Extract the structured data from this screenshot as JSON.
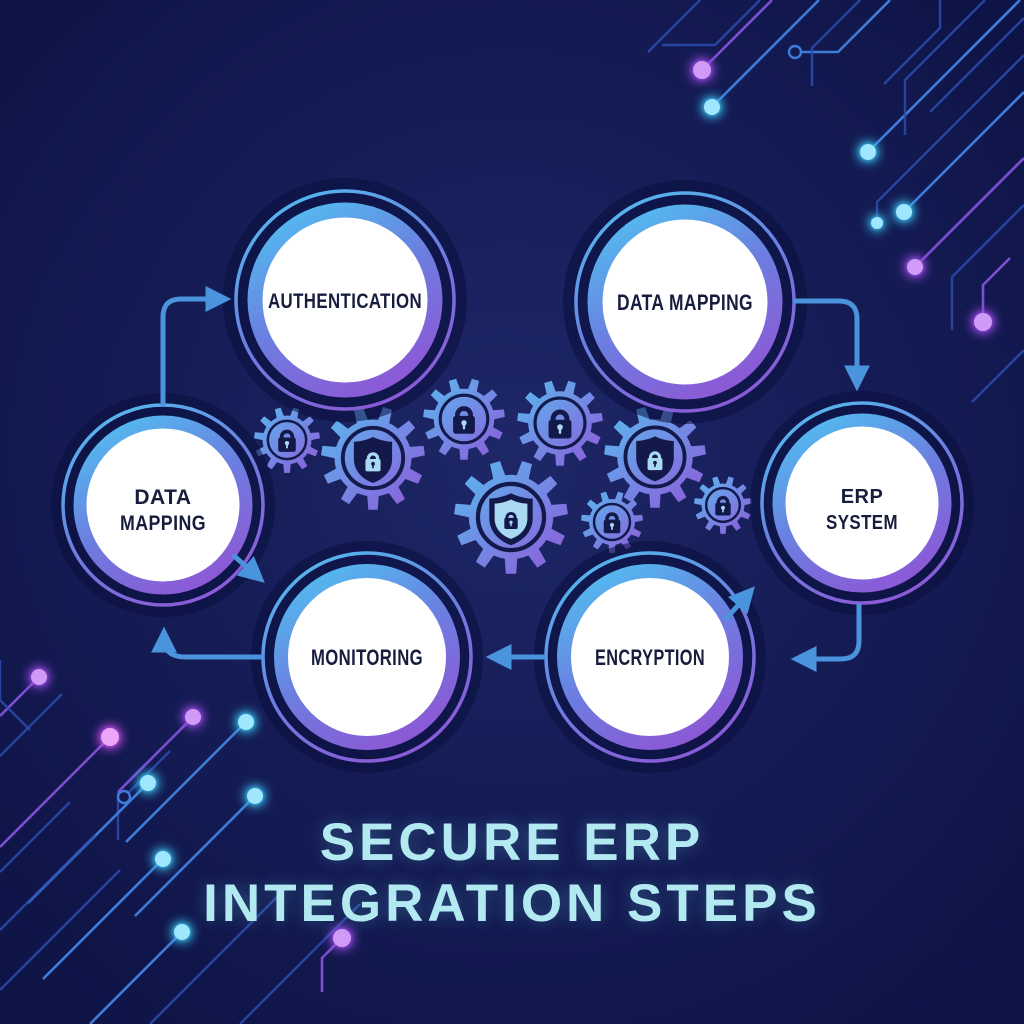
{
  "title": {
    "line1": "SECURE ERP",
    "line2": "INTEGRATION STEPS"
  },
  "diagram": {
    "nodes": [
      {
        "id": "authentication",
        "label": "AUTHENTICATION",
        "lines": [
          "AUTHENTICATION"
        ]
      },
      {
        "id": "data-mapping-top",
        "label": "DATA MAPPING",
        "lines": [
          "DATA MAPPING"
        ]
      },
      {
        "id": "data-mapping-left",
        "label": "DATA MAPPING",
        "lines": [
          "DATA",
          "MAPPING"
        ]
      },
      {
        "id": "erp-system",
        "label": "ERP SYSTEM",
        "lines": [
          "ERP",
          "SYSTEM"
        ]
      },
      {
        "id": "monitoring",
        "label": "MONITORING",
        "lines": [
          "MONITORING"
        ]
      },
      {
        "id": "encryption",
        "label": "ENCRYPTION",
        "lines": [
          "ENCRYPTION"
        ]
      }
    ],
    "connections": [
      {
        "from": "data-mapping-left",
        "to": "authentication"
      },
      {
        "from": "data-mapping-top",
        "to": "erp-system"
      },
      {
        "from": "data-mapping-left",
        "to": "monitoring"
      },
      {
        "from": "encryption",
        "to": "monitoring"
      },
      {
        "from": "encryption",
        "to": "erp-system"
      },
      {
        "from": "erp-system",
        "to": "encryption"
      },
      {
        "from": "monitoring",
        "to": "data-mapping-left"
      }
    ],
    "center_icons": [
      {
        "name": "gear-lock-icon"
      },
      {
        "name": "gear-shield-lock-icon"
      },
      {
        "name": "gear-lock-icon"
      },
      {
        "name": "gear-lock-icon"
      },
      {
        "name": "gear-shield-lock-icon"
      },
      {
        "name": "gear-shield-lock-icon-large"
      },
      {
        "name": "gear-lock-icon"
      },
      {
        "name": "gear-lock-icon"
      }
    ]
  },
  "colors": {
    "bgDeep": "#0d1242",
    "bgMid": "#151c55",
    "bgLight": "#1e2768",
    "titleCyan": "#b3eaf2",
    "labelNavy": "#181d3e",
    "arrowBlue": "#4a94dd",
    "ringBlue": "#52bdf0",
    "ringMid": "#6b7fe0",
    "ringPurple": "#8c59d6",
    "gearBlue": "#58bbee",
    "gearPurple": "#8f58da",
    "gearLight": "#a8d8f2",
    "navyDeep": "#131a4b",
    "circDim": "#2c4cae",
    "circMid": "#3f7bd9",
    "circPurple": "#7b4fd0",
    "dotCyan": "#3cc8f6",
    "dotPurple": "#a44df0",
    "dotMagenta": "#cf4ff0"
  }
}
